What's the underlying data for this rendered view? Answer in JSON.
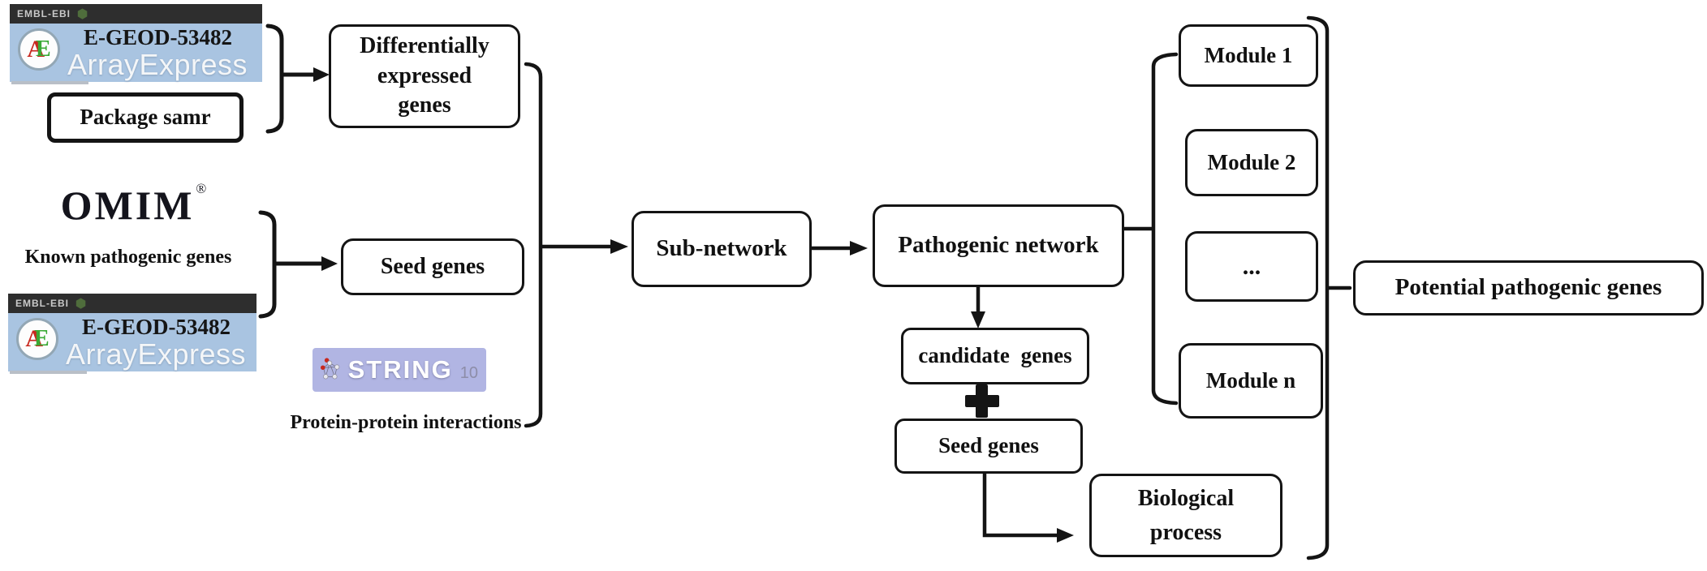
{
  "figure": {
    "background": "#ffffff",
    "description": "Workflow flowchart: expression data and known pathogenic genes feed a sub-network to derive pathogenic network modules and potential pathogenic genes"
  },
  "palette": {
    "line_black": "#141414",
    "box_fill": "#ffffff",
    "arrayexpress_blue": "#a9c4e1",
    "embl_bar_dark": "#2e2e2e",
    "embl_text_gray": "#c9c9c9",
    "leaf_green": "#55793f",
    "logo_a_red": "#c8281e",
    "logo_e_green": "#3aaa35",
    "string_bg_periwinkle": "#b1b5e3",
    "string_text_white": "#ffffff",
    "string_version_gray": "#8d8da8"
  },
  "icons": {
    "embl_leaf": "hexagonal leaf glyph",
    "ae_logo": "red A / green E monogram in circle",
    "string_network": "protein network spheres",
    "plus": "heavy plus operator between candidate genes and seed genes"
  },
  "sources": {
    "arrayexpress_top": {
      "bar_label": "EMBL-EBI",
      "leaf_glyph": "⬢",
      "logo_a": "A",
      "logo_e": "E",
      "accession": "E-GEOD-53482",
      "brand": "ArrayExpress"
    },
    "package_samr": {
      "label": "Package samr"
    },
    "omim": {
      "name": "OMIM",
      "registered_mark": "®",
      "caption": "Known pathogenic genes"
    },
    "arrayexpress_bottom": {
      "bar_label": "EMBL-EBI",
      "leaf_glyph": "⬢",
      "logo_a": "A",
      "logo_e": "E",
      "accession": "E-GEOD-53482",
      "brand": "ArrayExpress"
    },
    "string_db": {
      "name": "STRING",
      "version": "10",
      "caption": "Protein-protein interactions"
    }
  },
  "nodes": {
    "differentially_expressed_genes": {
      "lines": [
        "Differentially",
        "expressed",
        "genes"
      ]
    },
    "seed_genes_left": {
      "label": "Seed genes"
    },
    "sub_network": {
      "label": "Sub-network"
    },
    "pathogenic_network": {
      "label": "Pathogenic network"
    },
    "candidate_genes": {
      "label": "candidate genes"
    },
    "seed_genes_lower": {
      "label": "Seed genes"
    },
    "biological_process": {
      "lines": [
        "Biological",
        "process"
      ]
    },
    "module_1": {
      "label": "Module 1"
    },
    "module_2": {
      "label": "Module 2"
    },
    "module_ellipsis": {
      "label": "..."
    },
    "module_n": {
      "label": "Module n"
    },
    "potential_pathogenic_genes": {
      "label": "Potential pathogenic genes"
    }
  }
}
